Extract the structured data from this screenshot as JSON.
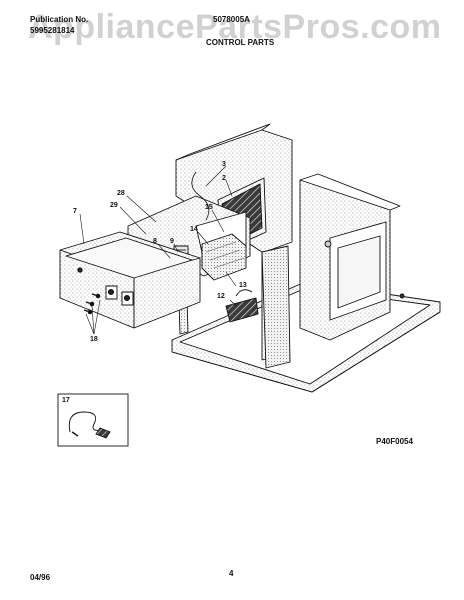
{
  "header": {
    "publication_label": "Publication No.",
    "publication_number": "5995281814",
    "model": "5078005A",
    "section_title": "CONTROL PARTS"
  },
  "watermark": "AppliancePartsPros.com",
  "callouts": {
    "c2": "2",
    "c3": "3",
    "c7": "7",
    "c8": "8",
    "c9": "9",
    "c12": "12",
    "c13": "13",
    "c14": "14",
    "c15": "15",
    "c17": "17",
    "c18": "18",
    "c28": "28",
    "c29": "29"
  },
  "diagram_code": "P40F0054",
  "footer": {
    "date": "04/96",
    "page": "4"
  }
}
